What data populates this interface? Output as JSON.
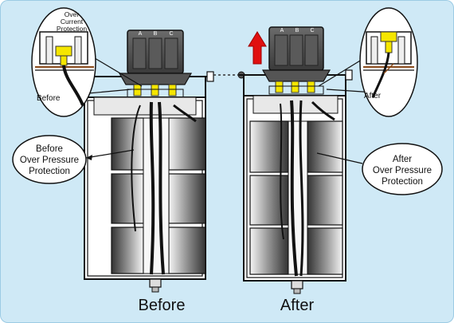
{
  "captions": {
    "before": "Before",
    "after": "After"
  },
  "callouts": {
    "before_over_pressure": [
      "Before",
      "Over Pressure",
      "Protection"
    ],
    "after_over_pressure": [
      "After",
      "Over Pressure",
      "Protection"
    ]
  },
  "bubbles": {
    "left": {
      "top_label": [
        "Over",
        "Current",
        "Protection"
      ],
      "bottom_label": "Before"
    },
    "right": {
      "bottom_label": "After"
    }
  },
  "terminals": [
    "A",
    "B",
    "C"
  ],
  "colors": {
    "background": "#cfe9f6",
    "outline": "#111111",
    "cell_dark": "#2a2a2a",
    "cell_light": "#f2f2f2",
    "arrow_red": "#e01010",
    "terminal_yellow": "#f5e600",
    "wire_brown": "#8a4b1c"
  },
  "icons": [
    "red-up-arrow-icon"
  ]
}
